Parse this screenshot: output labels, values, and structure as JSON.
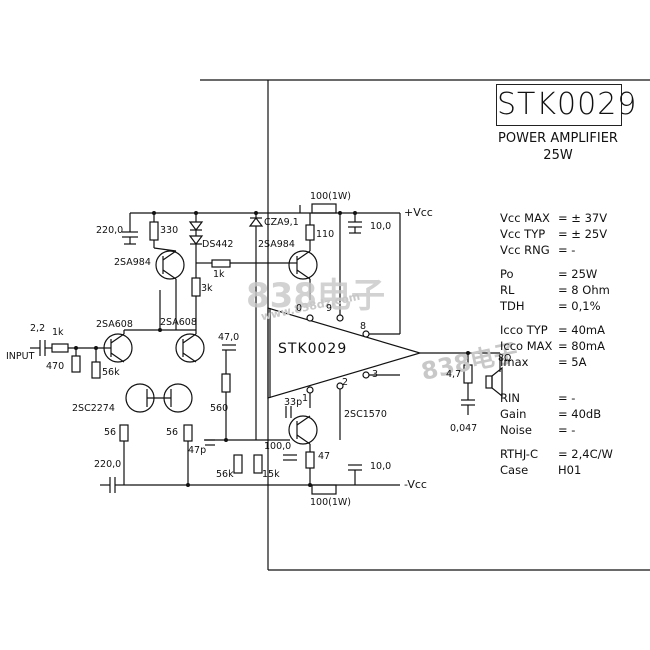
{
  "title": "STK0029",
  "subtitle": [
    "POWER AMPLIFIER",
    "25W"
  ],
  "chip_label": "STK0029",
  "watermark": [
    "838电子",
    "www.838dz.com",
    "838电子"
  ],
  "specs": [
    {
      "label": "Vcc MAX",
      "value": "= ± 37V"
    },
    {
      "label": "Vcc TYP",
      "value": "= ± 25V"
    },
    {
      "label": "Vcc RNG",
      "value": "=    -"
    },
    {
      "label": "Po",
      "value": "= 25W"
    },
    {
      "label": "RL",
      "value": "= 8 Ohm"
    },
    {
      "label": "TDH",
      "value": "= 0,1%"
    },
    {
      "label": "Icco TYP",
      "value": "= 40mA"
    },
    {
      "label": "Icco MAX",
      "value": "= 80mA"
    },
    {
      "label": "Imax",
      "value": "=    5A"
    },
    {
      "label": "RIN",
      "value": "=    -"
    },
    {
      "label": "Gain",
      "value": "= 40dB"
    },
    {
      "label": "Noise",
      "value": "=    -"
    },
    {
      "label": "RTHJ-C",
      "value": "= 2,4C/W"
    },
    {
      "label": "Case",
      "value": "H01"
    }
  ],
  "components": {
    "c_top_left": "220,0",
    "r330": "330",
    "q_2sa984_left": "2SA984",
    "d_ds442": "DS442",
    "r1k": "1k",
    "r3k": "3k",
    "zener": "CZA9,1",
    "q_2sa984_right": "2SA984",
    "r_top": "100(1W)",
    "vcc_pos": "+Vcc",
    "c_pos": "10,0",
    "r110": "110",
    "c_input": "2,2",
    "r_input": "1k",
    "input": "INPUT",
    "r470": "470",
    "q_2sa608_left": "2SA608",
    "q_2sa608_right": "2SA608",
    "r56k_a": "56k",
    "c47": "47,0",
    "r560": "560",
    "q_2sc2274": "2SC2274",
    "r56_left": "56",
    "r56_right": "56",
    "c47p": "47p",
    "r56k_b": "56k",
    "r15k": "15k",
    "c33p": "33p",
    "c100": "100,0",
    "r47": "47",
    "q_2sc1570": "2SC1570",
    "c_bottom_left": "220,0",
    "vcc_neg": "-Vcc",
    "r_bottom": "100(1W)",
    "c_neg": "10,0",
    "r4_7": "4,7",
    "c0_047": "0,047",
    "speaker": "8Ω",
    "pin9": "9",
    "pin0": "0",
    "pin8": "8",
    "pin2": "2",
    "pin3": "3",
    "pin1": "1"
  }
}
